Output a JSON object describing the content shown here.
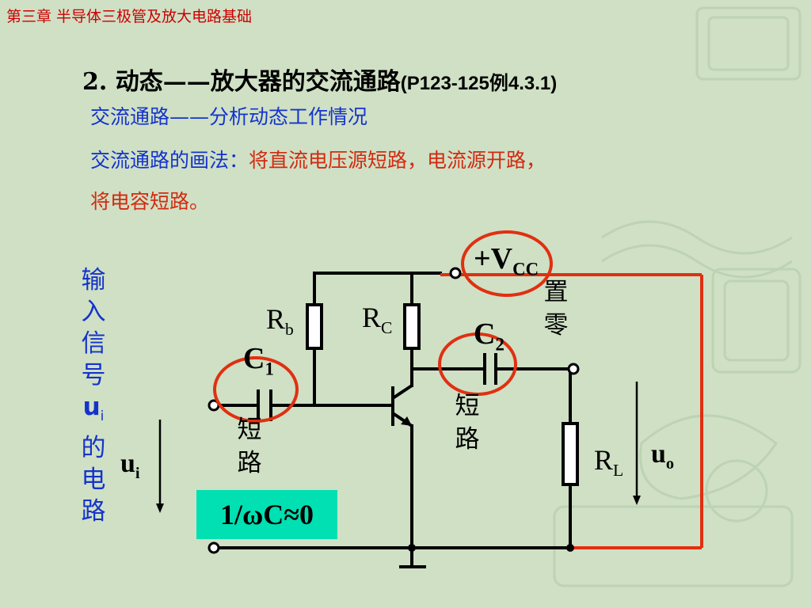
{
  "header": {
    "chapter": "第三章  半导体三极管及放大电路基础"
  },
  "title": {
    "main": "2. 动态——放大器的交流通路",
    "ref": "(P123-125例4.3.1)"
  },
  "lines": {
    "line1": "交流通路——分析动态工作情况",
    "line2_blue": "交流通路的画法：",
    "line2_red": "将直流电压源短路，电流源开路，",
    "line3": "将电容短路。"
  },
  "side_label": {
    "chars": [
      "输",
      "入",
      "信",
      "号",
      "u",
      "的",
      "电",
      "路"
    ],
    "sub": "i"
  },
  "circuit": {
    "vcc": "+V",
    "vcc_sub": "CC",
    "rb": "R",
    "rb_sub": "b",
    "rc": "R",
    "rc_sub": "C",
    "c1": "C",
    "c1_sub": "1",
    "c2": "C",
    "c2_sub": "2",
    "rl": "R",
    "rl_sub": "L",
    "ui": "u",
    "ui_sub": "i",
    "uo": "u",
    "uo_sub": "o",
    "zero_note": [
      "置",
      "零"
    ],
    "short_note_1": [
      "短",
      "路"
    ],
    "short_note_2": [
      "短",
      "路"
    ],
    "formula": "1/ωC≈0"
  },
  "colors": {
    "red": "#e03010",
    "blue": "#1533cc",
    "highlight": "#00e0b2"
  }
}
